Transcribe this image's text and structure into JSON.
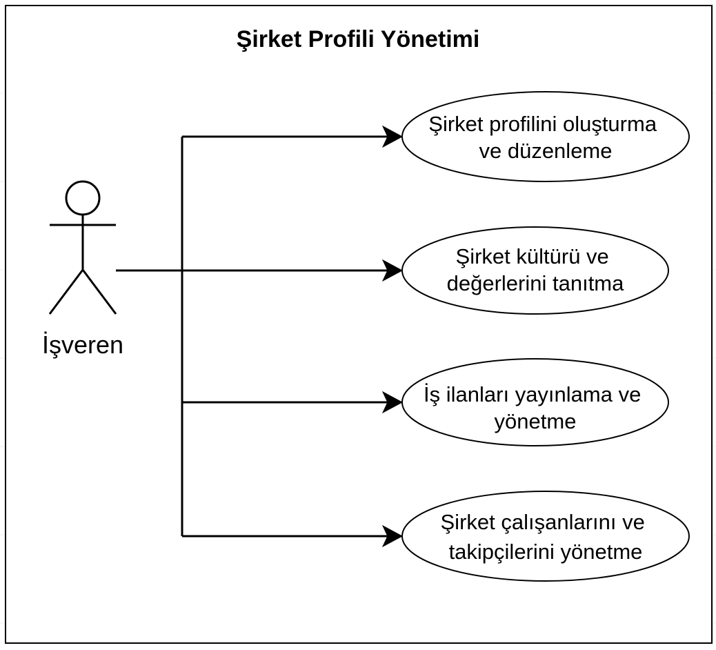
{
  "diagram": {
    "title": "Şirket Profili Yönetimi",
    "actor": {
      "label": "İşveren"
    },
    "use_cases": [
      {
        "line1": "Şirket profilini oluşturma",
        "line2": "ve düzenleme"
      },
      {
        "line1": "Şirket kültürü ve",
        "line2": "değerlerini tanıtma"
      },
      {
        "line1": "İş ilanları yayınlama ve",
        "line2": "yönetme"
      },
      {
        "line1": "Şirket çalışanlarını ve",
        "line2": "takipçilerini yönetme"
      }
    ]
  }
}
